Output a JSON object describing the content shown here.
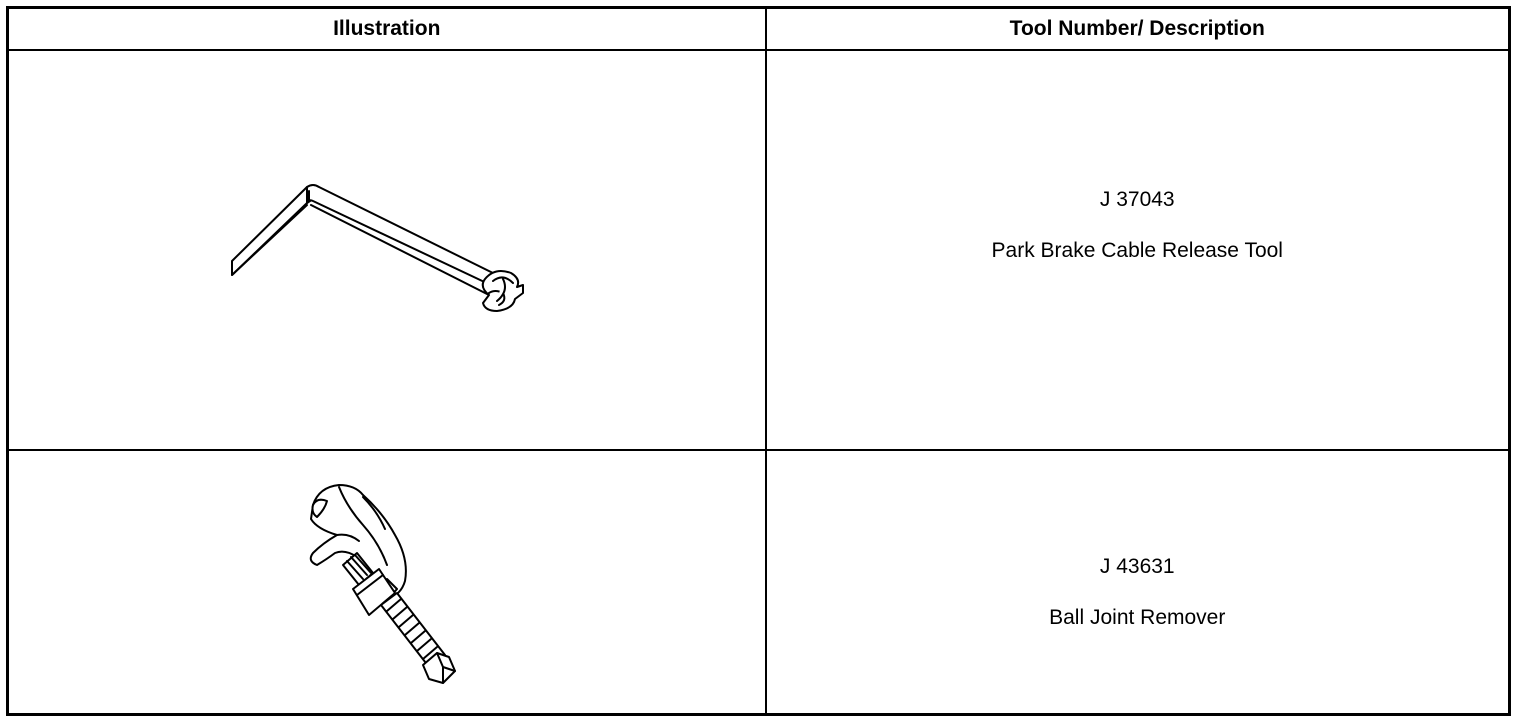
{
  "table": {
    "headers": {
      "illustration": "Illustration",
      "description": "Tool Number/ Description"
    },
    "rows": [
      {
        "tool_number": "J 37043",
        "description": "Park Brake Cable Release Tool",
        "illustration_icon": "park-brake-cable-release-tool-icon"
      },
      {
        "tool_number": "J 43631",
        "description": "Ball Joint Remover",
        "illustration_icon": "ball-joint-remover-icon"
      }
    ]
  }
}
